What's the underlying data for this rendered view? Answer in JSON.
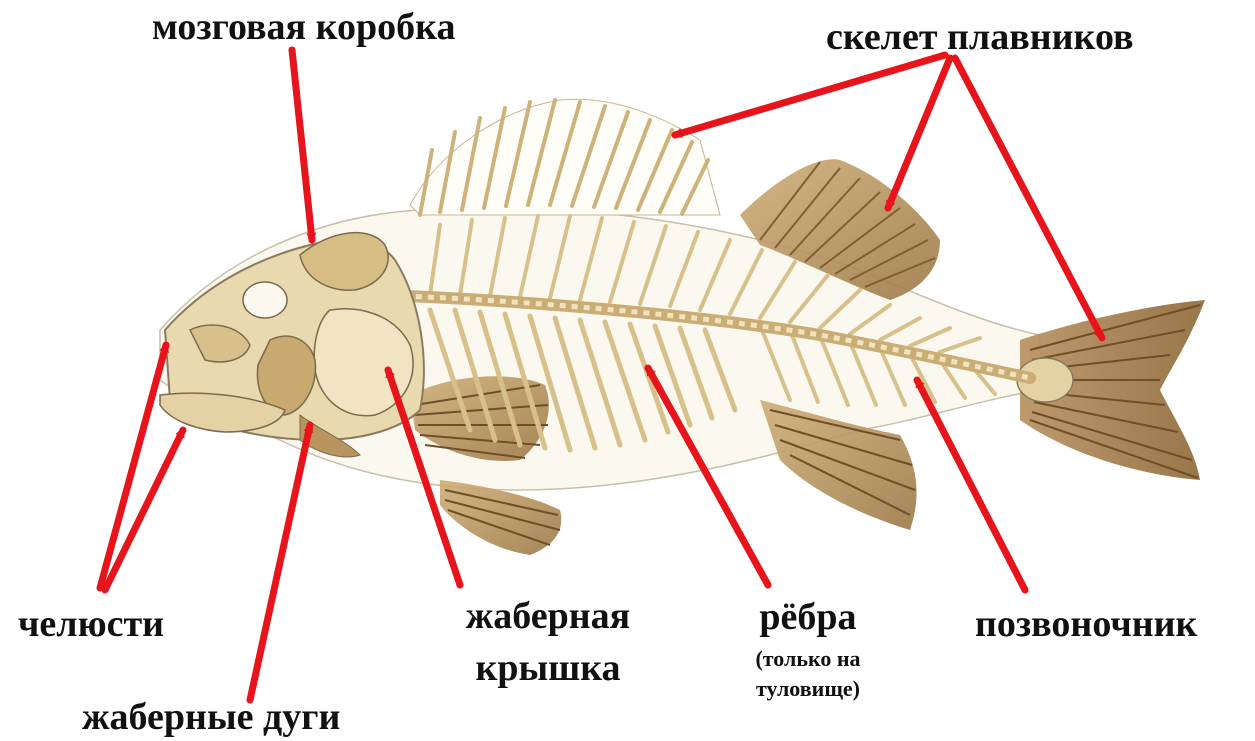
{
  "labels": {
    "braincase": "мозговая коробка",
    "fin_skeleton": "скелет плавников",
    "jaws": "челюсти",
    "gill_cover_line1": "жаберная",
    "gill_cover_line2": "крышка",
    "ribs": "рёбра",
    "ribs_note_line1": "(только на",
    "ribs_note_line2": "туловище)",
    "spine": "позвоночник",
    "gill_arches": "жаберные дуги"
  },
  "colors": {
    "arrow": "#e8141b",
    "bone": "#e6d4a6",
    "bone_dark": "#a8895a",
    "fin": "#b8915a",
    "outline": "#8a7a60"
  }
}
